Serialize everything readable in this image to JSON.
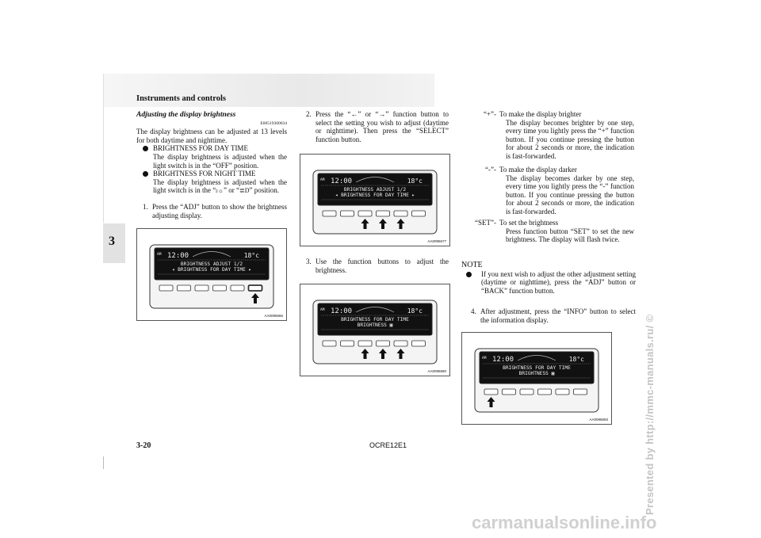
{
  "header": {
    "title": "Instruments and controls"
  },
  "chapter_tab": "3",
  "section": {
    "title": "Adjusting the display brightness",
    "code": "E00519300034",
    "intro": "The display brightness can be adjusted at 13 levels for both daytime and nighttime.",
    "bullets": [
      {
        "title": "BRIGHTNESS FOR DAY TIME",
        "text": "The display brightness is adjusted when the light switch is in the “OFF” position."
      },
      {
        "title": "BRIGHTNESS FOR NIGHT TIME",
        "text_a": "The display brightness is adjusted when the light switch is in the “",
        "text_b": "” or “",
        "text_c": "” position."
      }
    ],
    "steps": [
      {
        "num": "1.",
        "text": "Press the “ADJ” button to show the brightness adjusting display."
      },
      {
        "num": "2.",
        "text": "Press the “←” or “→” function button to select the setting you wish to adjust (daytime or nighttime). Then press the “SELECT” function button."
      },
      {
        "num": "3.",
        "text": "Use the function buttons to adjust the brightness."
      },
      {
        "num": "4.",
        "text": "After adjustment, press the “INFO” button to select the information display."
      }
    ],
    "definitions": [
      {
        "term": "“+”-",
        "lead": "To make the display brighter",
        "text": "The display becomes brighter by one step, every time you lightly press the “+” function button. If you continue pressing the button for about 2 seconds or more, the indication is fast-forwarded."
      },
      {
        "term": "“-”-",
        "lead": "To make the display darker",
        "text": "The display becomes darker by one step, every time you lightly press the “-” function button. If you continue pressing the button for about 2 seconds or more, the indication is fast-forwarded."
      },
      {
        "term": "“SET”-",
        "lead": "To set the brightness",
        "text": "Press function button “SET” to set the new brightness. The display will flash twice."
      }
    ],
    "note": {
      "label": "NOTE",
      "text": "If you next wish to adjust the other adjustment setting (daytime or nighttime), press the “ADJ” button or “BACK” function button."
    }
  },
  "figures": [
    {
      "code": "AA0095666",
      "am": "AM",
      "time": "12:00",
      "temp": "18°c",
      "line1": "BRIGHTNESS ADJUST   1/2",
      "line2": "◂ BRIGHTNESS FOR DAY TIME ▸",
      "arrow_buttons": [
        5
      ]
    },
    {
      "code": "AA0095677",
      "am": "AM",
      "time": "12:00",
      "temp": "18°c",
      "line1": "BRIGHTNESS ADJUST   1/2",
      "line2": "◂ BRIGHTNESS FOR DAY TIME ▸",
      "arrow_buttons": [
        2,
        3,
        4
      ]
    },
    {
      "code": "AA0095680",
      "am": "AM",
      "time": "12:00",
      "temp": "18°c",
      "line1": "BRIGHTNESS FOR DAY TIME",
      "line2": "BRIGHTNESS ▣",
      "arrow_buttons": [
        2,
        3,
        4
      ]
    },
    {
      "code": "AA0095693",
      "am": "AM",
      "time": "12:00",
      "temp": "18°c",
      "line1": "BRIGHTNESS FOR DAY TIME",
      "line2": "BRIGHTNESS ▣",
      "arrow_buttons": [
        0
      ]
    }
  ],
  "footer": {
    "page": "3-20",
    "doc_code": "OCRE12E1",
    "site": "carmanualsonline.info"
  },
  "watermark": "Presented by http://mmc-manuals.ru/ ©"
}
